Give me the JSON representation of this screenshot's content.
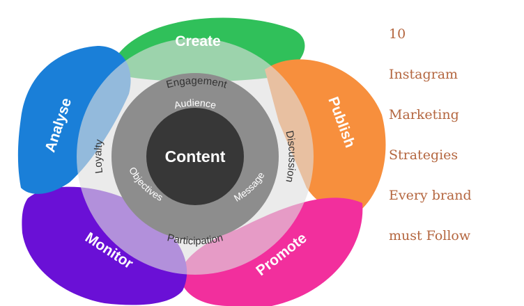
{
  "colors": {
    "create": "#30c05a",
    "publish": "#f78f3d",
    "promote": "#f22f9d",
    "monitor": "#6a10d6",
    "analyse": "#1a7fd8",
    "headline": "#b4663f"
  },
  "petals": {
    "create": "Create",
    "publish": "Publish",
    "promote": "Promote",
    "monitor": "Monitor",
    "analyse": "Analyse"
  },
  "ring": {
    "engagement": "Engagement",
    "discussion": "Discussion",
    "participation": "Participation",
    "loyalty": "Loyalty"
  },
  "inner": {
    "audience": "Audience",
    "message": "Message",
    "objectives": "Objectives"
  },
  "core": "Content",
  "headline": [
    "10",
    "Instagram",
    "Marketing",
    "Strategies",
    "Every brand",
    "must Follow"
  ]
}
